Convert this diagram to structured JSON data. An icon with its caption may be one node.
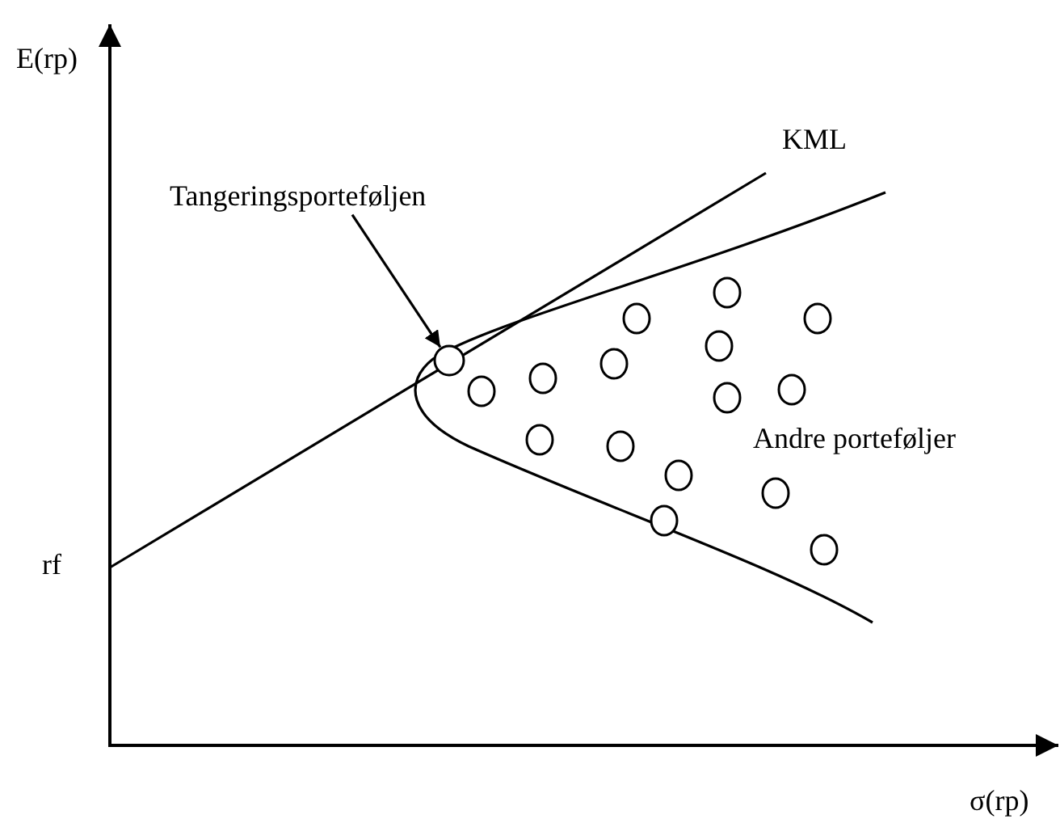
{
  "diagram": {
    "nodes": [
      {
        "text": [
          "Tangeringsporteføljen"
        ]
      },
      {
        "text": [],
        "shape": "circle"
      }
    ],
    "edges": [
      {
        "from": 0,
        "to": 1,
        "arrow": "to"
      }
    ],
    "labels": [
      "E(rp)",
      "KML",
      "rf",
      "Andre porteføljer",
      "σ(rp)"
    ]
  }
}
